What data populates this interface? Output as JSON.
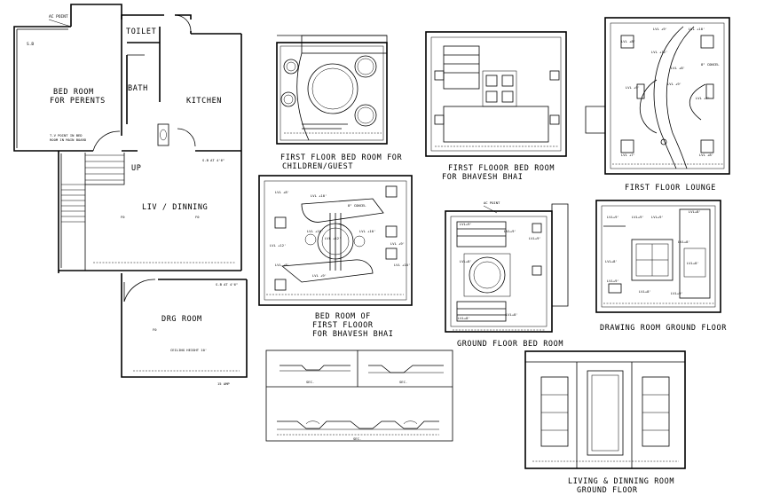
{
  "ground_plan": {
    "rooms": {
      "toilet": "TOILET",
      "bath": "BATH",
      "kitchen": "KITCHEN",
      "bed_room_line1": "BED ROOM",
      "bed_room_line2": "FOR PERENTS",
      "up": "UP",
      "liv_dinning": "LIV / DINNING",
      "drg_room": "DRG ROOM"
    },
    "notes": {
      "ac_point": "AC POINT",
      "sb": "S.B",
      "tv_point_line1": "T.V POINT IN BED",
      "tv_point_line2": "ROOM IN MAIN BOARD",
      "sb_at_46_a": "S.B AT 4'6\"",
      "sb_at_46_b": "S.B AT 4'6\"",
      "ceiling_height": "CEILING HEIGHT 10'",
      "amp": "15 AMP",
      "f0_a": "F0",
      "f0_b": "F0",
      "f0_c": "F0"
    }
  },
  "panels": {
    "children_guest": {
      "title_line1": "FIRST FLOOR BED ROOM FOR",
      "title_line2": "CHILDREN/GUEST"
    },
    "bhavesh_1": {
      "title_line1": "FIRST FLOOOR  BED ROOM",
      "title_line2": "FOR BHAVESH BHAI"
    },
    "lounge": {
      "title": "FIRST FLOOR LOUNGE",
      "concel": "8\" CONCEL",
      "lvl_labels": [
        "LVL +8'",
        "LVL +9'",
        "LVL +10'",
        "LVL +12'",
        "LVL +8'",
        "LVL +9'",
        "LVL +7'",
        "LVL +7'",
        "LVL +9'",
        "LVL +8'"
      ]
    },
    "bhavesh_2": {
      "title_line1": "BED ROOM  OF",
      "title_line2": "FIRST FLOOOR",
      "title_line3": "FOR BHAVESH BHAI",
      "concel": "8\" CONCEL",
      "lvl_labels": [
        "LVL +8'",
        "LVL +10'",
        "LVL +10'",
        "LVL +12'",
        "LVL +10'",
        "LVL +12'",
        "LVL +9'",
        "LVL +10'",
        "LVL +9'",
        "LVL +8'"
      ]
    },
    "ground_bed": {
      "title": "GROUND FLOOR BED ROOM",
      "ac_point": "AC POINT",
      "lvl_labels": [
        "LVL+9'",
        "LVL+9'",
        "LVL+9'",
        "LVL+8'",
        "LVL+8'",
        "LVL+8'"
      ]
    },
    "drawing_room": {
      "title": "DRAWING ROOM GROUND FLOOR",
      "lvl_labels": [
        "LVL+9'",
        "LVL+9'",
        "LVL+9'",
        "LVL+8'",
        "LVL+8'",
        "LVL+8'",
        "LVL+8'",
        "LVL+8'",
        "LVL+9'",
        "LVL+9'"
      ]
    },
    "living_dinning": {
      "title_line1": "LIVING & DINNING ROOM",
      "title_line2": "GROUND FLOOR"
    },
    "sections": {
      "sec_a": "SEC.",
      "sec_b": "SEC.",
      "sec_c": "SEC."
    }
  }
}
